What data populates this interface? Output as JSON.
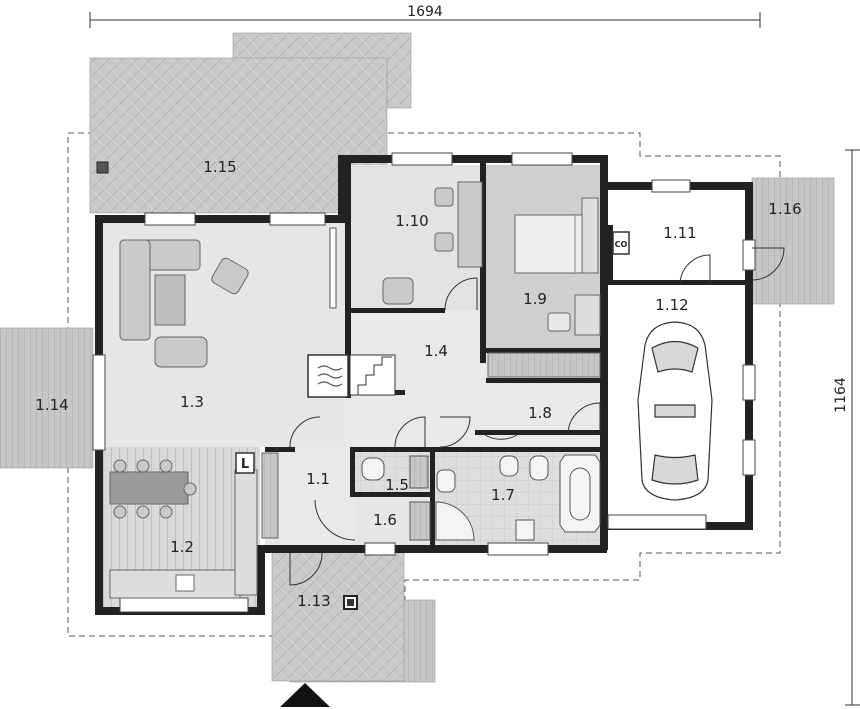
{
  "dimensions": {
    "width_label": "1694",
    "depth_label": "1164"
  },
  "rooms": {
    "r1_1": "1.1",
    "r1_2": "1.2",
    "r1_3": "1.3",
    "r1_4": "1.4",
    "r1_5": "1.5",
    "r1_6": "1.6",
    "r1_7": "1.7",
    "r1_8": "1.8",
    "r1_9": "1.9",
    "r1_10": "1.10",
    "r1_11": "1.11",
    "r1_12": "1.12",
    "r1_13": "1.13",
    "r1_14": "1.14",
    "r1_15": "1.15",
    "r1_16": "1.16"
  },
  "fixtures": {
    "boiler_mark": "CO",
    "storage_mark": "L"
  },
  "colors": {
    "wall": "#222222",
    "terrace": "#c8c8c8",
    "living": "#e6e6e6",
    "bedroom": "#cfcfcf",
    "tile": "#dcdcdc",
    "outline": "#333333"
  }
}
